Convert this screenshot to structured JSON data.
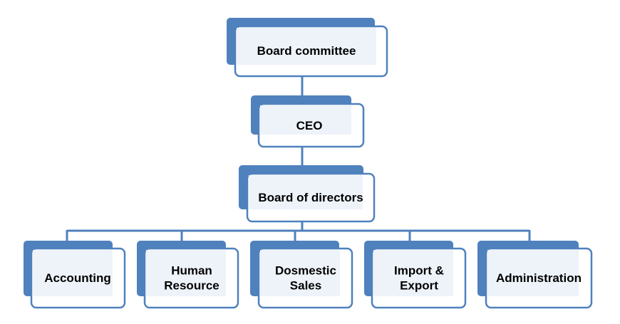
{
  "colors": {
    "shadow_fill": "#4f81bd",
    "box_fill": "#ffffff",
    "inner_fill": "#eef3fa",
    "border": "#4f81bd",
    "connector": "#4f81bd",
    "text": "#000000"
  },
  "nodes": {
    "board_committee": {
      "label": "Board committee"
    },
    "ceo": {
      "label": "CEO"
    },
    "board_of_directors": {
      "label": "Board of directors"
    },
    "departments": [
      {
        "label_lines": [
          "Accounting"
        ]
      },
      {
        "label_lines": [
          "Human",
          "Resource"
        ]
      },
      {
        "label_lines": [
          "Dosmestic",
          "Sales"
        ]
      },
      {
        "label_lines": [
          "Import &",
          "Export"
        ]
      },
      {
        "label_lines": [
          "Administration"
        ]
      }
    ]
  }
}
